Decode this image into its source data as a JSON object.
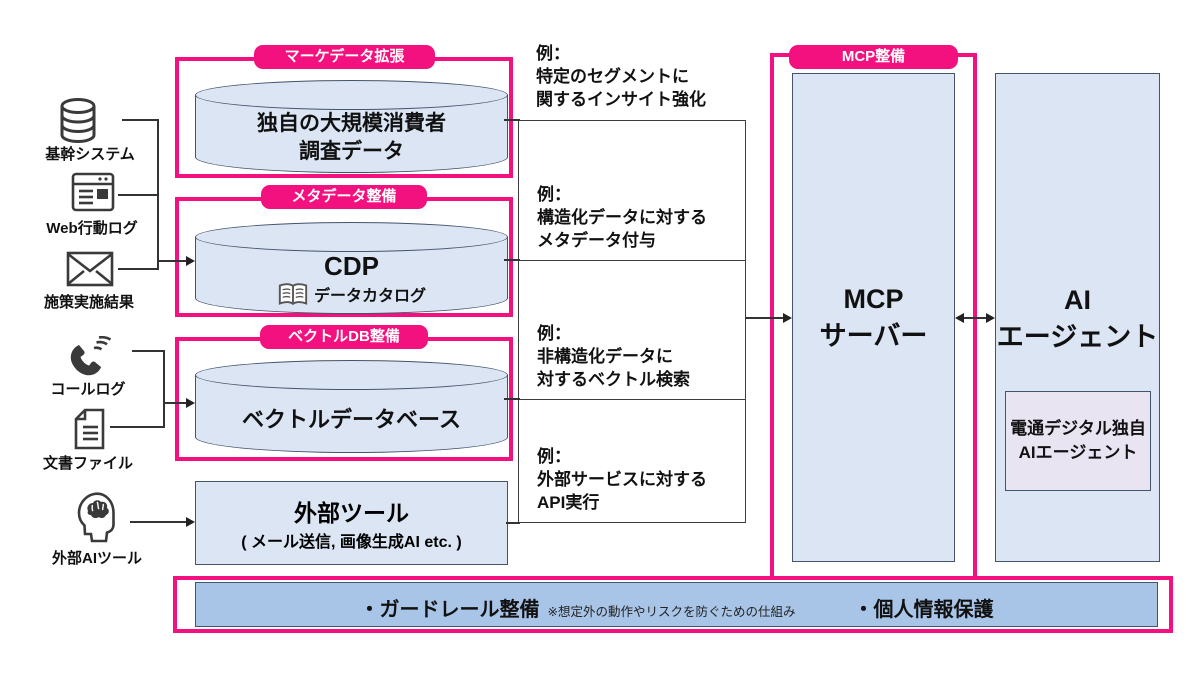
{
  "colors": {
    "pink": "#F2117E",
    "box_fill": "#dbe5f4",
    "box_border": "#44546a",
    "inner_fill": "#e9e4f2",
    "bar_fill": "#a8c5e8",
    "line": "#333333"
  },
  "sources": [
    {
      "label": "基幹システム",
      "icon": "database-icon"
    },
    {
      "label": "Web行動ログ",
      "icon": "browser-icon"
    },
    {
      "label": "施策実施結果",
      "icon": "mail-icon"
    },
    {
      "label": "コールログ",
      "icon": "phone-icon"
    },
    {
      "label": "文書ファイル",
      "icon": "document-icon"
    },
    {
      "label": "外部AIツール",
      "icon": "ai-head-icon"
    }
  ],
  "frames": [
    {
      "label": "マーケデータ拡張"
    },
    {
      "label": "メタデータ整備"
    },
    {
      "label": "ベクトルDB整備"
    },
    {
      "label": "MCP整備"
    }
  ],
  "stores": {
    "survey": {
      "line1": "独自の大規模消費者",
      "line2": "調査データ"
    },
    "cdp": {
      "title": "CDP",
      "subtitle": "データカタログ",
      "icon": "open-book-icon"
    },
    "vector": {
      "title": "ベクトルデータベース"
    },
    "external_tool": {
      "title": "外部ツール",
      "subtitle": "( メール送信, 画像生成AI etc. )"
    }
  },
  "examples": [
    {
      "lines": [
        "例：",
        "特定のセグメントに",
        "関するインサイト強化"
      ]
    },
    {
      "lines": [
        "例：",
        "構造化データに対する",
        "メタデータ付与"
      ]
    },
    {
      "lines": [
        "例：",
        "非構造化データに",
        "対するベクトル検索"
      ]
    },
    {
      "lines": [
        "例：",
        "外部サービスに対する",
        "API実行"
      ]
    }
  ],
  "mcp_server": {
    "line1": "MCP",
    "line2": "サーバー"
  },
  "ai_agent": {
    "line1": "AI",
    "line2": "エージェント",
    "inner": {
      "line1": "電通デジタル独自",
      "line2": "AIエージェント"
    }
  },
  "guardrail": {
    "item1": "・ガードレール整備",
    "note": "※想定外の動作やリスクを防ぐための仕組み",
    "item2": "・個人情報保護"
  }
}
